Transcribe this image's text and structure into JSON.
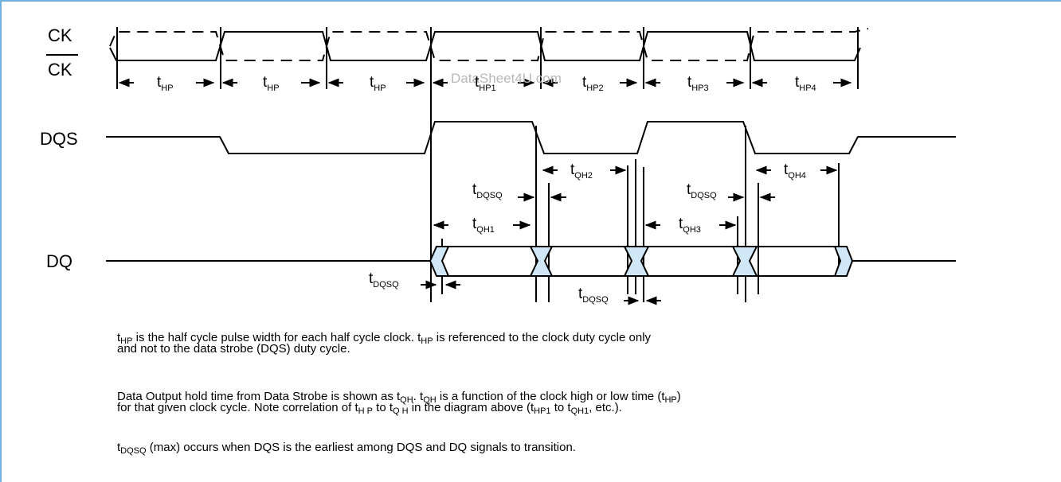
{
  "signals": {
    "ck": "CK",
    "ck_bar": "CK",
    "dqs": "DQS",
    "dq": "DQ"
  },
  "timing_labels": {
    "t": "t",
    "hp": "HP",
    "hp1": "HP1",
    "hp2": "HP2",
    "hp3": "HP3",
    "hp4": "HP4",
    "qh1": "QH1",
    "qh2": "QH2",
    "qh3": "QH3",
    "qh4": "QH4",
    "dqsq": "DQSQ"
  },
  "watermark": "DataSheet4U.com",
  "notes": {
    "n1_l1": {
      "t": "t",
      "s": "HP",
      "r": " is the half cycle pulse width for each half cycle clock. t",
      "s2": "HP",
      "r2": " is referenced to the clock duty cycle only"
    },
    "n1_l2": "and not to the data strobe (DQS) duty cycle.",
    "n2_l1": {
      "a": "Data Output hold time from Data Strobe is shown as t",
      "s1": "QH",
      "b": ". t",
      "s2": "QH",
      "c": " is a function of the clock high or low time (t",
      "s3": "HP",
      "d": ")"
    },
    "n2_l2": {
      "a": "for that given clock cycle. Note correlation of t",
      "s1": "H P",
      "b": " to t",
      "s2": "Q H",
      "c": " in the diagram above (t",
      "s3": "HP1",
      "d": " to t",
      "s4": "QH1",
      "e": ", etc.)."
    },
    "n3": {
      "t": "t",
      "s": "DQSQ",
      "r": " (max) occurs when DQS is the earliest among DQS and DQ signals to transition."
    }
  },
  "colors": {
    "dq_transition_fill": "#cfe7f7",
    "frame_border": "#6fb0e0"
  }
}
